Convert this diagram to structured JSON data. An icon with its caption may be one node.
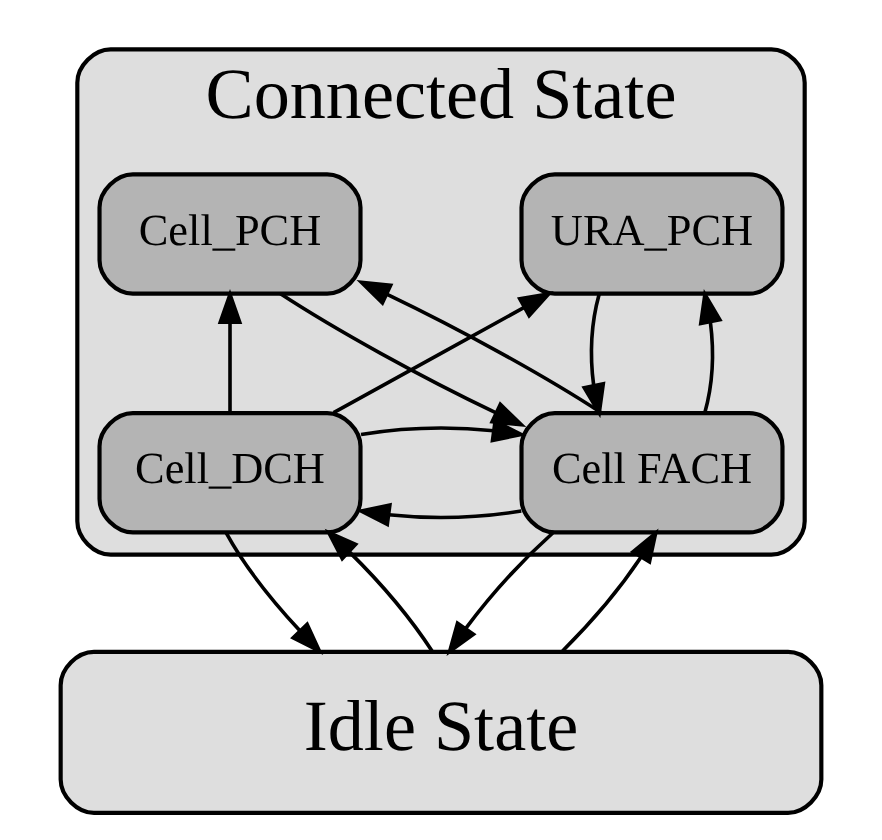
{
  "diagram": {
    "nodes": [
      {
        "text": [
          "Connected State"
        ]
      },
      {
        "text": [
          "URA_PCH"
        ],
        "in": 0
      },
      {
        "text": [
          "Cell_PCH"
        ],
        "in": 0
      },
      {
        "text": [
          "Cell_DCH"
        ],
        "in": 0
      },
      {
        "text": [
          "Cell FACH"
        ],
        "in": 0
      },
      {
        "text": [
          "Idle State"
        ]
      }
    ],
    "edges": [
      {
        "from": 3,
        "to": 1,
        "arrow": "to"
      },
      {
        "from": 1,
        "to": 4,
        "arrow": "to"
      },
      {
        "from": 4,
        "to": 1,
        "arrow": "to"
      },
      {
        "from": 3,
        "to": 2,
        "arrow": "to"
      },
      {
        "from": 2,
        "to": 4,
        "arrow": "to"
      },
      {
        "from": 4,
        "to": 2,
        "arrow": "to"
      },
      {
        "from": 4,
        "to": 3,
        "arrow": "to"
      },
      {
        "from": 3,
        "to": 4,
        "arrow": "to"
      },
      {
        "from": 5,
        "to": 3,
        "arrow": "to"
      },
      {
        "from": 3,
        "to": 5,
        "arrow": "to"
      },
      {
        "from": 5,
        "to": 4,
        "arrow": "to"
      },
      {
        "from": 4,
        "to": 5,
        "arrow": "to"
      }
    ]
  }
}
